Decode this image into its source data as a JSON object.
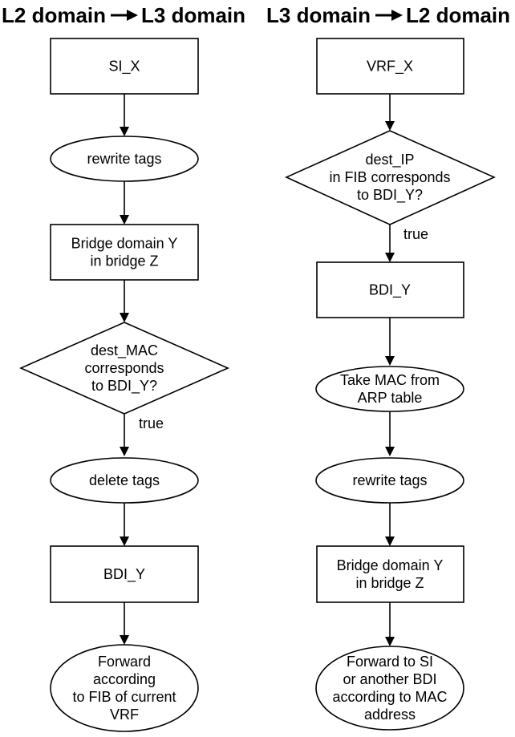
{
  "titles": {
    "left_from": "L2 domain",
    "left_to": "L3 domain",
    "right_from": "L3 domain",
    "right_to": "L2 domain"
  },
  "left": {
    "n1": [
      "SI_X"
    ],
    "n2": [
      "rewrite tags"
    ],
    "n3": [
      "Bridge domain Y",
      "in bridge Z"
    ],
    "n4": [
      "dest_MAC",
      "corresponds",
      "to BDI_Y?"
    ],
    "e4_label": "true",
    "n5": [
      "delete tags"
    ],
    "n6": [
      "BDI_Y"
    ],
    "n7": [
      "Forward",
      "according",
      "to FIB of current",
      "VRF"
    ]
  },
  "right": {
    "n1": [
      "VRF_X"
    ],
    "n2": [
      "dest_IP",
      "in FIB corresponds",
      "to BDI_Y?"
    ],
    "e2_label": "true",
    "n3": [
      "BDI_Y"
    ],
    "n4": [
      "Take MAC from",
      "ARP table"
    ],
    "n5": [
      "rewrite tags"
    ],
    "n6": [
      "Bridge domain Y",
      "in bridge Z"
    ],
    "n7": [
      "Forward to SI",
      "or another BDI",
      "according to MAC",
      "address"
    ]
  }
}
